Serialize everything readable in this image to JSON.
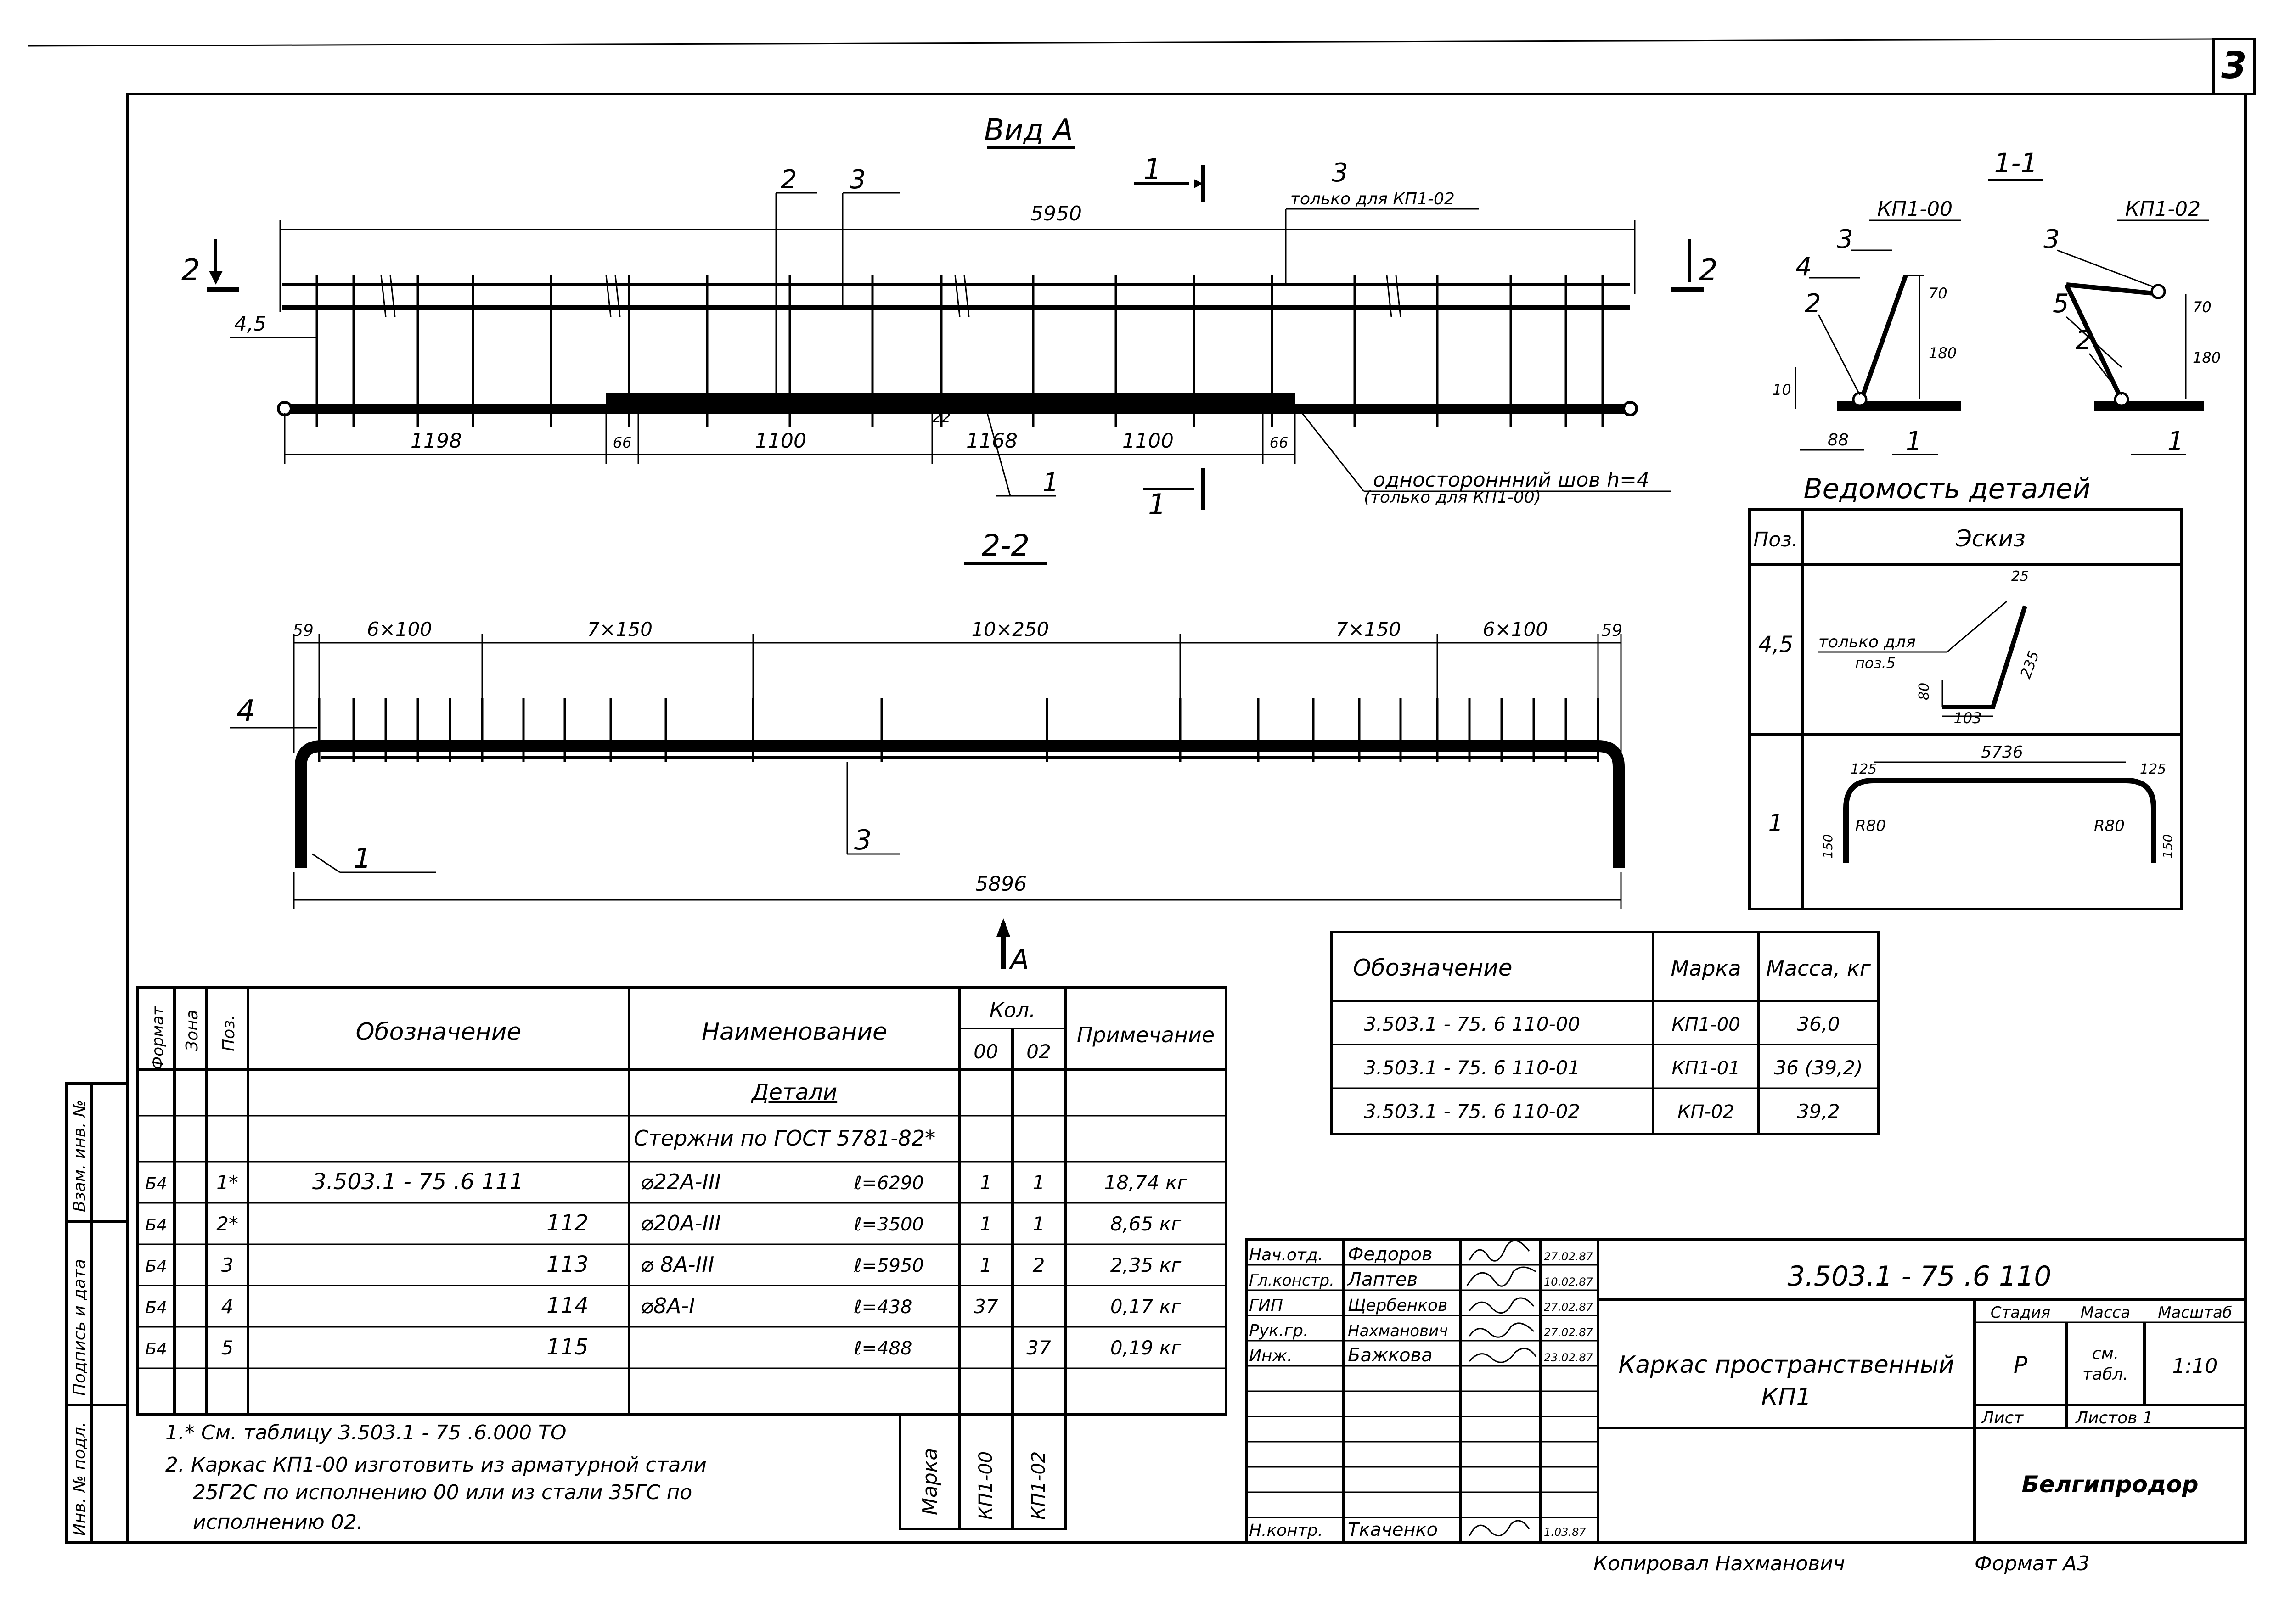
{
  "sheet": {
    "number": "3"
  },
  "view_a": {
    "title": "Вид А",
    "label_2": "2",
    "label_3": "3",
    "label_3b": "3",
    "label_3b_note": "только для КП1-02",
    "section_1_top": "1",
    "section_1_bottom": "1",
    "section_2_left": "2",
    "section_2_right": "2",
    "dim_total": "5950",
    "dim_45": "4,5",
    "dim_1198": "1198",
    "dim_66a": "66",
    "dim_1100a": "1100",
    "dim_22": "22",
    "dim_1168": "1168",
    "dim_1100b": "1100",
    "dim_66b": "66",
    "label_1": "1",
    "weld_note_1": "одностороннний шов h=4",
    "weld_note_2": "(только для КП1-00)"
  },
  "section_22": {
    "title": "2-2",
    "dim_59a": "59",
    "dim_6x100a": "6×100",
    "dim_7x150a": "7×150",
    "dim_10x250": "10×250",
    "dim_7x150b": "7×150",
    "dim_6x100b": "6×100",
    "dim_59b": "59",
    "label_4": "4",
    "label_1": "1",
    "label_3": "3",
    "dim_total": "5896"
  },
  "arrow_a": {
    "label": "А"
  },
  "section_11": {
    "title": "1-1",
    "left_title": "КП1-00",
    "right_title": "КП1-02",
    "l3": "3",
    "l4": "4",
    "l2": "2",
    "l1": "1",
    "d70": "70",
    "d180": "180",
    "d88": "88",
    "d10": "10",
    "r3": "3",
    "r5": "5",
    "r2": "2",
    "r1": "1",
    "r70": "70",
    "r180": "180"
  },
  "details": {
    "title": "Ведомость деталей",
    "col_pos": "Поз.",
    "col_sketch": "Эскиз",
    "row1_pos": "4,5",
    "row1_note_1": "только для",
    "row1_note_2": "поз.5",
    "row1_d25": "25",
    "row1_d235": "235",
    "row1_d80": "80",
    "row1_d103": "103",
    "row2_pos": "1",
    "row2_d5736": "5736",
    "row2_d125a": "125",
    "row2_d125b": "125",
    "row2_r80a": "R80",
    "row2_r80b": "R80",
    "row2_d150a": "150",
    "row2_d150b": "150"
  },
  "marks_table": {
    "headers": [
      "Обозначение",
      "Марка",
      "Масса, кг"
    ],
    "rows": [
      [
        "3.503.1 - 75. 6 110-00",
        "КП1-00",
        "36,0"
      ],
      [
        "3.503.1 - 75. 6 110-01",
        "КП1-01",
        "36 (39,2)"
      ],
      [
        "3.503.1 - 75. 6 110-02",
        "КП-02",
        "39,2"
      ]
    ]
  },
  "spec": {
    "h_format": "Формат",
    "h_zone": "Зона",
    "h_pos": "Поз.",
    "h_designation": "Обозначение",
    "h_name": "Наименование",
    "h_qty": "Кол.",
    "h_00": "00",
    "h_02": "02",
    "h_note": "Примечание",
    "section_title": "Детали",
    "subsection": "Стержни по ГОСТ 5781-82*",
    "rows": [
      {
        "format": "Б4",
        "pos": "1*",
        "designation": "3.503.1 - 75 .6  111",
        "name": "⌀22А-III",
        "length": "ℓ=6290",
        "q00": "1",
        "q02": "1",
        "note": "18,74 кг"
      },
      {
        "format": "Б4",
        "pos": "2*",
        "designation": "112",
        "name": "⌀20А-III",
        "length": "ℓ=3500",
        "q00": "1",
        "q02": "1",
        "note": "8,65 кг"
      },
      {
        "format": "Б4",
        "pos": "3",
        "designation": "113",
        "name": "⌀ 8А-III",
        "length": "ℓ=5950",
        "q00": "1",
        "q02": "2",
        "note": "2,35 кг"
      },
      {
        "format": "Б4",
        "pos": "4",
        "designation": "114",
        "name": "⌀8А-I",
        "length": "ℓ=438",
        "q00": "37",
        "q02": "",
        "note": "0,17 кг"
      },
      {
        "format": "Б4",
        "pos": "5",
        "designation": "115",
        "name": "",
        "length": "ℓ=488",
        "q00": "",
        "q02": "37",
        "note": "0,19 кг"
      }
    ]
  },
  "footnotes": {
    "n1": "1.* См. таблицу 3.503.1 - 75 .6.000 ТО",
    "n2a": "2. Каркас КП1-00 изготовить из арматурной стали",
    "n2b": "25Г2С по исполнению 00 или из стали 35ГС по",
    "n2c": "исполнению 02."
  },
  "marka_box": {
    "label": "Марка",
    "m1": "КП1-00",
    "m2": "КП1-02"
  },
  "left_stamp": {
    "c1": "Взам. инв. №",
    "c2": "Подпись и дата",
    "c3": "Инв. № подл."
  },
  "title_block": {
    "code": "3.503.1 - 75 .6  110",
    "name_1": "Каркас пространственный",
    "name_2": "КП1",
    "stage_h": "Стадия",
    "mass_h": "Масса",
    "scale_h": "Масштаб",
    "stage": "Р",
    "mass_1": "см.",
    "mass_2": "табл.",
    "scale": "1:10",
    "sheet_h": "Лист",
    "sheets_h": "Листов 1",
    "org": "Белгипродор",
    "staff": [
      {
        "role": "Нач.отд.",
        "name": "Федоров",
        "date": "27.02.87"
      },
      {
        "role": "Гл.констр.",
        "name": "Лаптев",
        "date": "10.02.87"
      },
      {
        "role": "ГИП",
        "name": "Щербенков",
        "date": "27.02.87"
      },
      {
        "role": "Рук.гр.",
        "name": "Нахманович",
        "date": "27.02.87"
      },
      {
        "role": "Инж.",
        "name": "Бажкова",
        "date": "23.02.87"
      }
    ],
    "control_role": "Н.контр.",
    "control_name": "Ткаченко",
    "control_date": "1.03.87",
    "copied": "Копировал  Нахманович",
    "format": "Формат А3"
  }
}
